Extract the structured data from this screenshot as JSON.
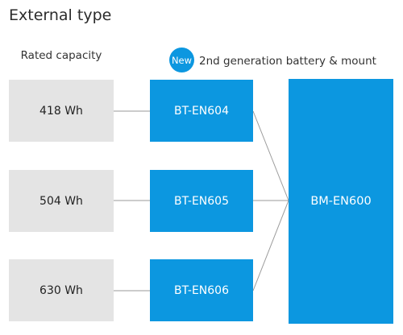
{
  "title": "External type",
  "headers": {
    "capacity": "Rated capacity",
    "new_badge": "New",
    "generation": "2nd generation battery & mount"
  },
  "capacities": [
    {
      "label": "418 Wh"
    },
    {
      "label": "504 Wh"
    },
    {
      "label": "630 Wh"
    }
  ],
  "batteries": [
    {
      "label": "BT-EN604"
    },
    {
      "label": "BT-EN605"
    },
    {
      "label": "BT-EN606"
    }
  ],
  "mount": {
    "label": "BM-EN600"
  },
  "colors": {
    "accent": "#0c97e0",
    "capacity_box": "#e4e4e4",
    "connector": "#9a9a9a"
  }
}
